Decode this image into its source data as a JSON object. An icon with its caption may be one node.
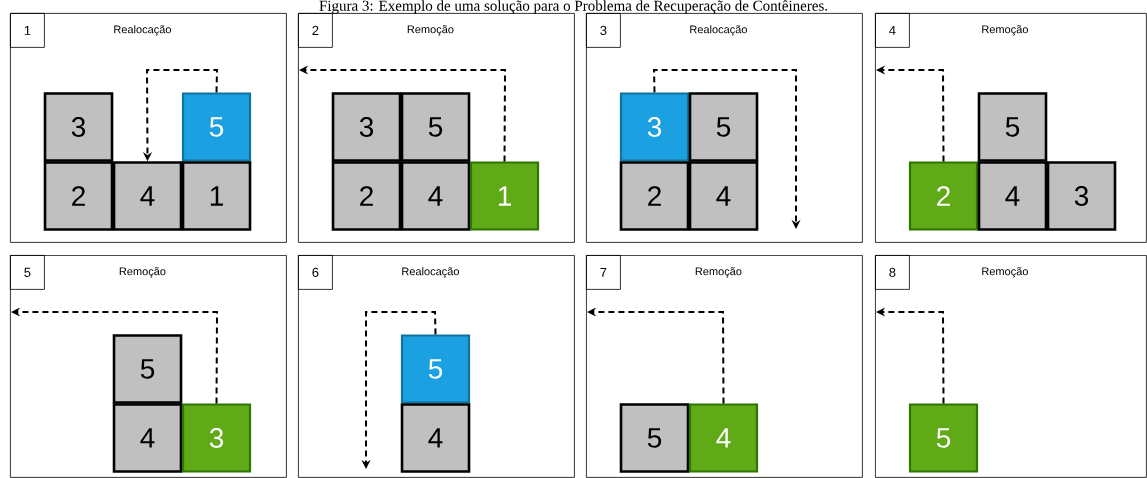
{
  "diagram": {
    "title": "Figura 3: Exemplo de uma solução para o Problema de Recuperação de Contêineres.",
    "nodes": [
      {
        "text": [
          "Realocação"
        ]
      },
      {
        "text": [
          "1"
        ],
        "in": 0
      },
      {
        "text": [
          "3"
        ],
        "in": 0
      },
      {
        "text": [
          "5"
        ],
        "in": 0
      },
      {
        "text": [
          "2"
        ],
        "in": 0
      },
      {
        "text": [
          "4"
        ],
        "in": 0
      },
      {
        "text": [
          "1"
        ],
        "in": 0
      },
      {
        "text": [
          "Remoção"
        ]
      },
      {
        "text": [
          "2"
        ],
        "in": 7
      },
      {
        "text": [
          "3"
        ],
        "in": 7
      },
      {
        "text": [
          "5"
        ],
        "in": 7
      },
      {
        "text": [
          "2"
        ],
        "in": 7
      },
      {
        "text": [
          "4"
        ],
        "in": 7
      },
      {
        "text": [
          "1"
        ],
        "in": 7
      },
      {
        "text": [
          "Realocação"
        ]
      },
      {
        "text": [
          "3"
        ],
        "in": 14
      },
      {
        "text": [
          "3"
        ],
        "in": 14
      },
      {
        "text": [
          "5"
        ],
        "in": 14
      },
      {
        "text": [
          "2"
        ],
        "in": 14
      },
      {
        "text": [
          "4"
        ],
        "in": 14
      },
      {
        "text": [
          "Remoção"
        ]
      },
      {
        "text": [
          "4"
        ],
        "in": 20
      },
      {
        "text": [
          "5"
        ],
        "in": 20
      },
      {
        "text": [
          "2"
        ],
        "in": 20
      },
      {
        "text": [
          "4"
        ],
        "in": 20
      },
      {
        "text": [
          "3"
        ],
        "in": 20
      },
      {
        "text": [
          "Remoção"
        ]
      },
      {
        "text": [
          "5"
        ],
        "in": 26
      },
      {
        "text": [
          "5"
        ],
        "in": 26
      },
      {
        "text": [
          "4"
        ],
        "in": 26
      },
      {
        "text": [
          "3"
        ],
        "in": 26
      },
      {
        "text": [
          "Realocação"
        ]
      },
      {
        "text": [
          "6"
        ],
        "in": 31
      },
      {
        "text": [
          "5"
        ],
        "in": 31
      },
      {
        "text": [
          "4"
        ],
        "in": 31
      },
      {
        "text": [
          "Remoção"
        ]
      },
      {
        "text": [
          "7"
        ],
        "in": 35
      },
      {
        "text": [
          "5"
        ],
        "in": 35
      },
      {
        "text": [
          "4"
        ],
        "in": 35
      },
      {
        "text": [
          "Remoção"
        ]
      },
      {
        "text": [
          "8"
        ],
        "in": 39
      },
      {
        "text": [
          "5"
        ],
        "in": 39
      }
    ],
    "edges": [
      {
        "from": 3,
        "to": 5,
        "arrow": "to",
        "style": "dashed"
      },
      {
        "from": 13,
        "to": null,
        "arrow": "to",
        "style": "dashed"
      },
      {
        "from": 16,
        "to": null,
        "arrow": "to",
        "style": "dashed"
      },
      {
        "from": 23,
        "to": null,
        "arrow": "to",
        "style": "dashed"
      },
      {
        "from": 30,
        "to": null,
        "arrow": "to",
        "style": "dashed"
      },
      {
        "from": 33,
        "to": null,
        "arrow": "to",
        "style": "dashed"
      },
      {
        "from": 38,
        "to": null,
        "arrow": "to",
        "style": "dashed"
      },
      {
        "from": 41,
        "to": null,
        "arrow": "to",
        "style": "dashed"
      }
    ]
  }
}
